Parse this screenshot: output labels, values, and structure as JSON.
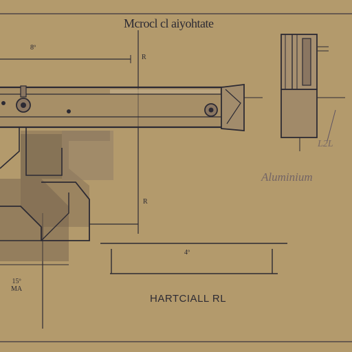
{
  "drawing": {
    "title": "Mcrocl cl aiyohtate",
    "caption": "HARTCIALL RL",
    "dimensions": {
      "top_left": "8º",
      "top_vertical": "R",
      "middle_vertical": "R",
      "bottom_horizontal": "4º",
      "bottom_left_line1": "15º",
      "bottom_left_line2": "MA"
    },
    "script_note": "Aluminium",
    "script_note_small": "L2L"
  },
  "colors": {
    "paper": "#b39a6c",
    "ink": "#2c2a33",
    "shadow": "#7f6a52",
    "metal": "#8c7a67"
  }
}
